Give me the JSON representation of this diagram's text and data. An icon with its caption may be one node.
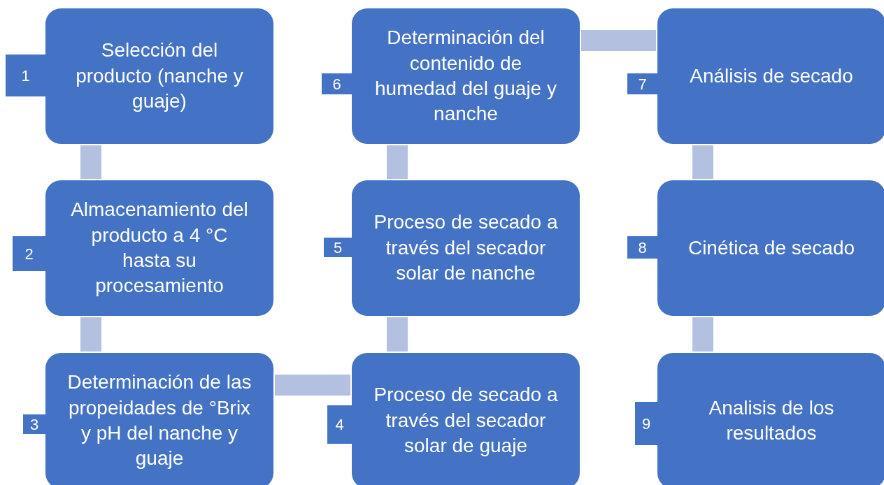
{
  "diagram": {
    "nodes": [
      {
        "text": [
          "Selección del producto (nanche y guaje)"
        ],
        "beside": [
          "1"
        ]
      },
      {
        "text": [
          "Almacenamiento del producto a 4 °C hasta su procesamiento"
        ],
        "beside": [
          "2"
        ]
      },
      {
        "text": [
          "Determinación de las propeidades de °Brix y pH del nanche y guaje"
        ],
        "beside": [
          "3"
        ]
      },
      {
        "text": [
          "Proceso de secado a través del secador solar de guaje"
        ],
        "beside": [
          "4"
        ]
      },
      {
        "text": [
          "Proceso de secado a través del secador solar de nanche"
        ],
        "beside": [
          "5"
        ]
      },
      {
        "text": [
          "Determinación del contenido de humedad del guaje y nanche"
        ],
        "beside": [
          "6"
        ]
      },
      {
        "text": [
          "Análisis de secado"
        ],
        "beside": [
          "7"
        ]
      },
      {
        "text": [
          "Cinética de secado"
        ],
        "beside": [
          "8"
        ]
      },
      {
        "text": [
          "Analisis de los resultados"
        ],
        "beside": [
          "9"
        ]
      }
    ],
    "edges": [
      {
        "from": 0,
        "to": 1,
        "arrow": "none"
      },
      {
        "from": 1,
        "to": 2,
        "arrow": "none"
      },
      {
        "from": 2,
        "to": 3,
        "arrow": "none"
      },
      {
        "from": 3,
        "to": 4,
        "arrow": "none"
      },
      {
        "from": 4,
        "to": 5,
        "arrow": "none"
      },
      {
        "from": 5,
        "to": 6,
        "arrow": "none"
      },
      {
        "from": 6,
        "to": 7,
        "arrow": "none"
      },
      {
        "from": 7,
        "to": 8,
        "arrow": "none"
      }
    ]
  }
}
